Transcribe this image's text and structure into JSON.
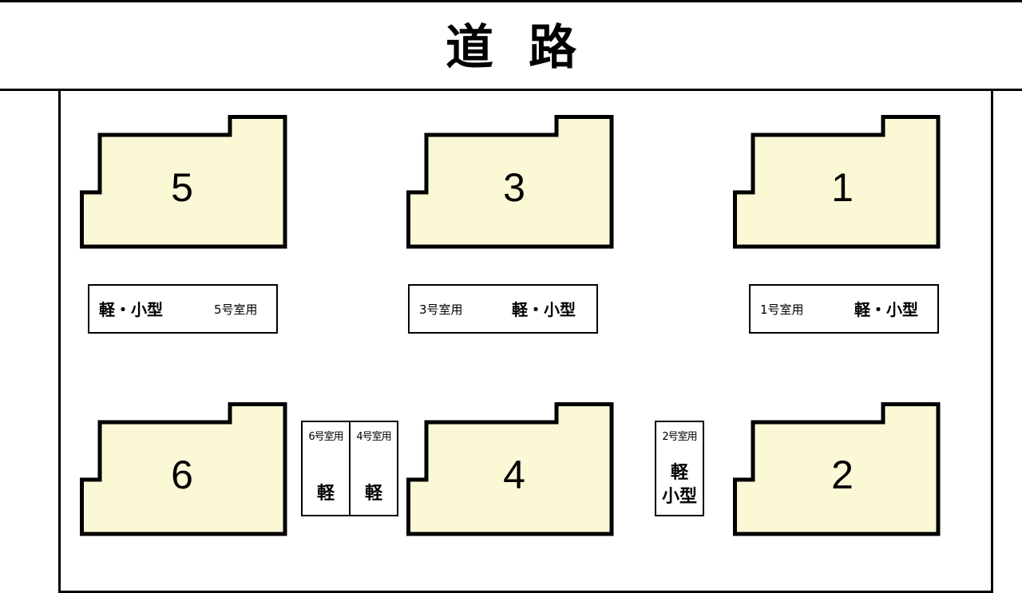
{
  "road": {
    "label": "道路"
  },
  "units": [
    {
      "id": "5",
      "label": "5"
    },
    {
      "id": "3",
      "label": "3"
    },
    {
      "id": "1",
      "label": "1"
    },
    {
      "id": "6",
      "label": "6"
    },
    {
      "id": "4",
      "label": "4"
    },
    {
      "id": "2",
      "label": "2"
    }
  ],
  "parking": {
    "p5": {
      "type": "軽・小型",
      "room": "5号室用"
    },
    "p3": {
      "type": "軽・小型",
      "room": "3号室用"
    },
    "p1": {
      "type": "軽・小型",
      "room": "1号室用"
    },
    "p6": {
      "type": "軽",
      "room": "6号室用"
    },
    "p4": {
      "type": "軽",
      "room": "4号室用"
    },
    "p2": {
      "type_line1": "軽",
      "type_line2": "小型",
      "room": "2号室用"
    }
  },
  "colors": {
    "unit_fill": "#fbf8d6",
    "outline": "#000000",
    "background": "#ffffff"
  }
}
